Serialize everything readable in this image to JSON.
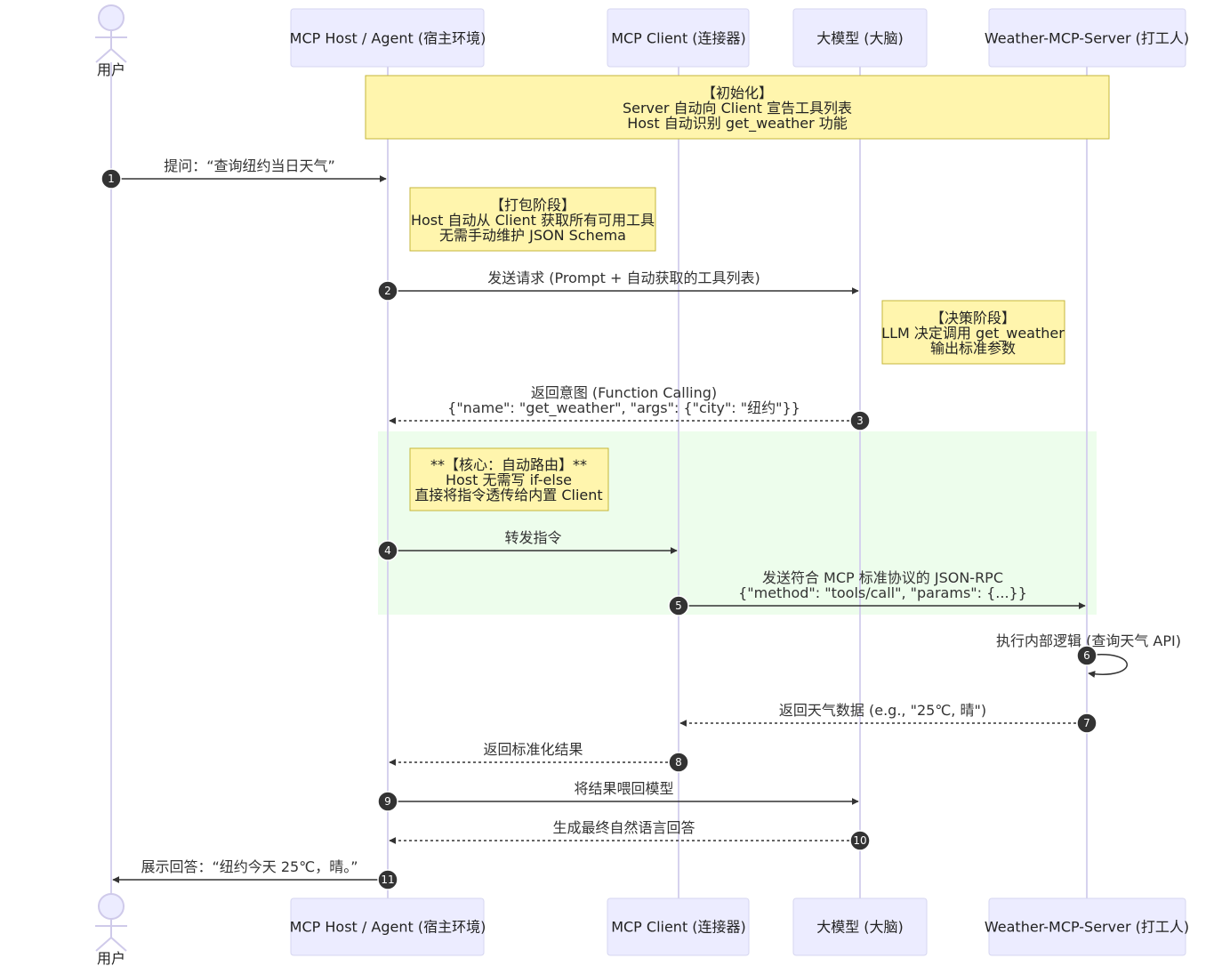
{
  "participants": {
    "user": "用户",
    "host": "MCP Host / Agent (宿主环境)",
    "client": "MCP Client (连接器)",
    "model": "大模型 (大脑)",
    "server": "Weather-MCP-Server (打工人)"
  },
  "notes": {
    "init": [
      "【初始化】",
      "Server 自动向 Client 宣告工具列表",
      "Host 自动识别 get_weather 功能"
    ],
    "pack": [
      "【打包阶段】",
      "Host 自动从 Client 获取所有可用工具",
      "无需手动维护 JSON Schema"
    ],
    "decide": [
      "【决策阶段】",
      "LLM 决定调用 get_weather",
      "输出标准参数"
    ],
    "route": [
      "**【核心：自动路由】**",
      "Host 无需写 if-else",
      "直接将指令透传给内置 Client"
    ]
  },
  "messages": [
    {
      "num": "1",
      "from": "user",
      "to": "host",
      "style": "solid",
      "lines": [
        "提问：“查询纽约当日天气”"
      ]
    },
    {
      "num": "2",
      "from": "host",
      "to": "model",
      "style": "solid",
      "lines": [
        "发送请求 (Prompt + 自动获取的工具列表)"
      ]
    },
    {
      "num": "3",
      "from": "model",
      "to": "host",
      "style": "dashed",
      "lines": [
        "返回意图 (Function Calling)",
        "{\"name\": \"get_weather\", \"args\": {\"city\": \"纽约\"}}"
      ]
    },
    {
      "num": "4",
      "from": "host",
      "to": "client",
      "style": "solid",
      "lines": [
        "转发指令"
      ]
    },
    {
      "num": "5",
      "from": "client",
      "to": "server",
      "style": "solid",
      "lines": [
        "发送符合 MCP 标准协议的 JSON-RPC",
        "{\"method\": \"tools/call\", \"params\": {...}}"
      ]
    },
    {
      "num": "6",
      "from": "server",
      "to": "server",
      "style": "self",
      "lines": [
        "执行内部逻辑 (查询天气 API)"
      ]
    },
    {
      "num": "7",
      "from": "server",
      "to": "client",
      "style": "dashed",
      "lines": [
        "返回天气数据 (e.g., \"25℃, 晴\")"
      ]
    },
    {
      "num": "8",
      "from": "client",
      "to": "host",
      "style": "dashed",
      "lines": [
        "返回标准化结果"
      ]
    },
    {
      "num": "9",
      "from": "host",
      "to": "model",
      "style": "solid",
      "lines": [
        "将结果喂回模型"
      ]
    },
    {
      "num": "10",
      "from": "model",
      "to": "host",
      "style": "dashed",
      "lines": [
        "生成最终自然语言回答"
      ]
    },
    {
      "num": "11",
      "from": "host",
      "to": "user",
      "style": "solid",
      "lines": [
        "展示回答：“纽约今天 25℃，晴。”"
      ]
    }
  ]
}
